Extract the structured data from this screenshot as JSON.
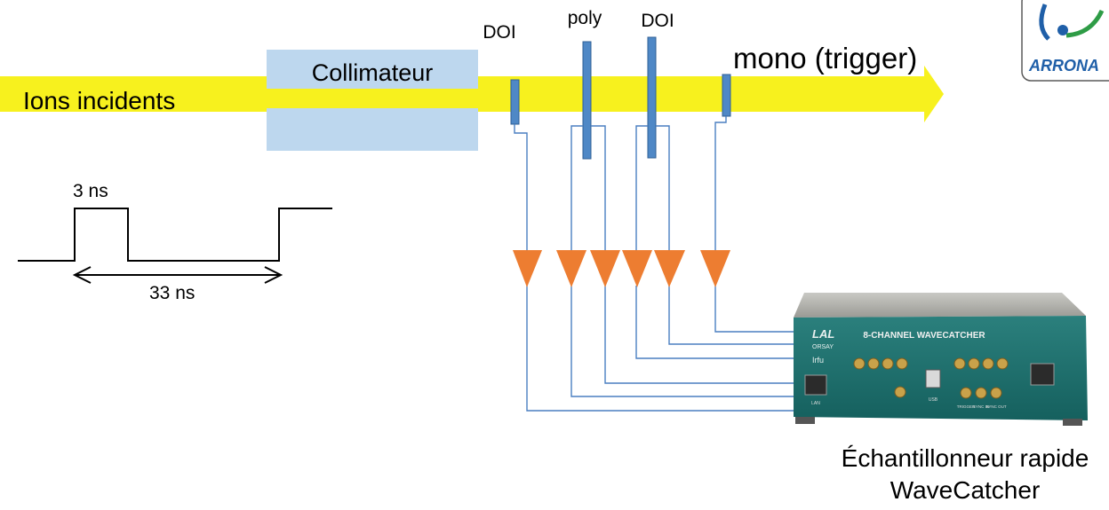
{
  "beam": {
    "label": "Ions incidents",
    "collimator_label": "Collimateur",
    "beam_color": "#f7f11e",
    "collimator_color": "#bdd7ee"
  },
  "detectors": {
    "doi_left": "DOI",
    "poly": "poly",
    "doi_right": "DOI",
    "mono": "mono (trigger)",
    "detector_color": "#4f88c6"
  },
  "timing": {
    "pulse_width": "3 ns",
    "period": "33 ns"
  },
  "digitizer": {
    "caption_line1": "Échantillonneur rapide",
    "caption_line2": "WaveCatcher",
    "panel_title": "8-CHANNEL WAVECATCHER",
    "brand_top": "LAL",
    "brand_mid": "ORSAY",
    "brand_low": "Irfu",
    "ports": [
      "LAN",
      "USB",
      "TRIGGER",
      "SYNC IN",
      "SYNC OUT"
    ],
    "body_color": "#1d6e6c",
    "amplifier_color": "#ed7d31"
  },
  "logo": {
    "text": "ARRONA"
  },
  "wire_color": "#4a7fc1"
}
